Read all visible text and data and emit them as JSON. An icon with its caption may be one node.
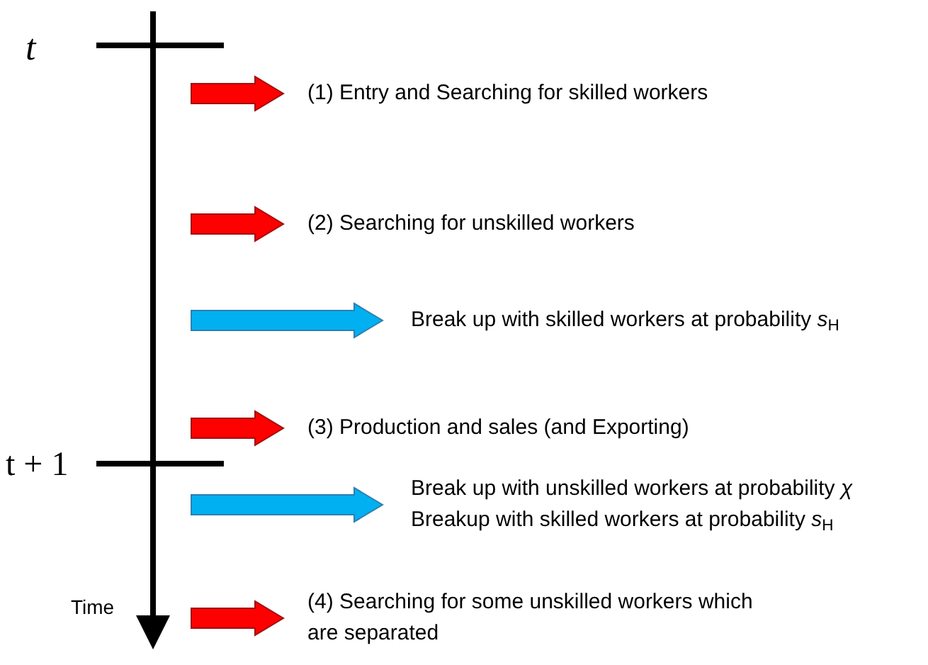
{
  "diagram": {
    "nodes": [
      {
        "text": [
          "(1)  Entry and Searching for skilled workers"
        ]
      },
      {
        "text": [
          "(2)  Searching for unskilled workers"
        ]
      },
      {
        "text": [
          "Break up with skilled workers at probability *s*$_{H}$"
        ]
      },
      {
        "text": [
          "(3)  Production and sales (and Exporting)"
        ]
      },
      {
        "text": [
          "Break up with unskilled workers at probability *χ*",
          "Breakup with skilled workers at probability *s*$_{H}$"
        ]
      },
      {
        "text": [
          "(4)  Searching for some unskilled workers which are separated"
        ]
      }
    ],
    "edges": [
      {
        "from": null,
        "to": 0,
        "arrow": "to"
      },
      {
        "from": null,
        "to": 1,
        "arrow": "to"
      },
      {
        "from": null,
        "to": 2,
        "arrow": "to",
        "color": "#00b0f0"
      },
      {
        "from": null,
        "to": 3,
        "arrow": "to"
      },
      {
        "from": null,
        "to": 4,
        "arrow": "to",
        "color": "#00b0f0"
      },
      {
        "from": null,
        "to": 5,
        "arrow": "to"
      }
    ],
    "labels": [
      "t",
      "t + 1",
      "Time"
    ]
  }
}
